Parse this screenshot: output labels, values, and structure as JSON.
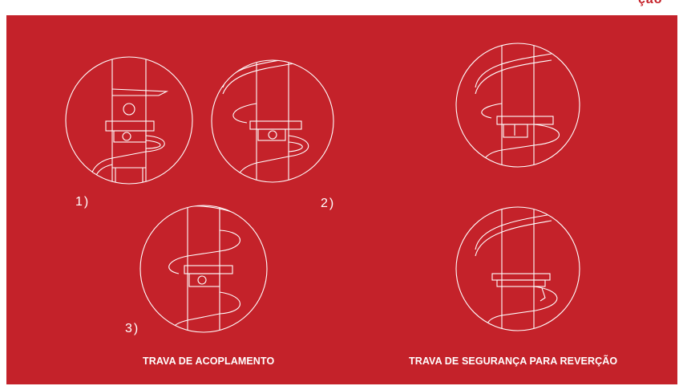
{
  "header": {
    "cut_text": "ção"
  },
  "steps": [
    {
      "label": "1)"
    },
    {
      "label": "2)"
    },
    {
      "label": "3)"
    }
  ],
  "captions": {
    "left": "TRAVA DE ACOPLAMENTO",
    "right": "TRAVA DE SEGURANÇA PARA REVERÇÃO"
  },
  "colors": {
    "panel": "#c4222a",
    "line": "#ffffff",
    "accent_strip": "#c41f27"
  },
  "icons": [
    "auger-coupling-step-1",
    "auger-coupling-step-2",
    "auger-coupling-step-3",
    "auger-safety-lock-top",
    "auger-safety-lock-bottom"
  ]
}
